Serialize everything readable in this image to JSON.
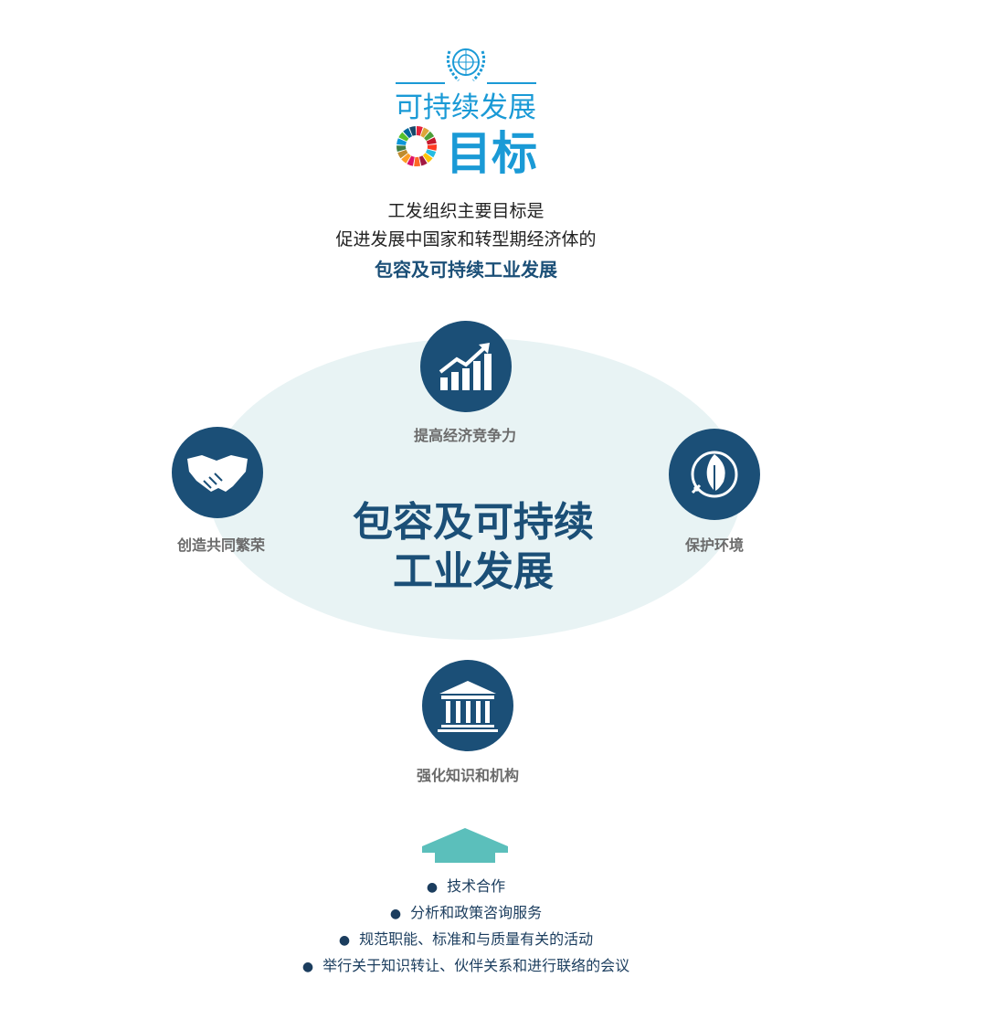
{
  "logo": {
    "line1": "可持续发展",
    "line2": "目标"
  },
  "intro": {
    "line1": "工发组织主要目标是",
    "line2": "促进发展中国家和转型期经济体的",
    "line3": "包容及可持续工业发展"
  },
  "center": {
    "line1": "包容及可持续",
    "line2": "工业发展"
  },
  "pillars": [
    {
      "label": "提高经济竞争力",
      "icon": "growth-chart-icon"
    },
    {
      "label": "创造共同繁荣",
      "icon": "handshake-icon"
    },
    {
      "label": "保护环境",
      "icon": "leaf-plug-icon"
    },
    {
      "label": "强化知识和机构",
      "icon": "institution-icon"
    }
  ],
  "functions": [
    "技术合作",
    "分析和政策咨询服务",
    "规范职能、标准和与质量有关的活动",
    "举行关于知识转让、伙伴关系和进行联络的会议"
  ],
  "colors": {
    "primary": "#1b4f77",
    "sdg_blue": "#1a9ad6",
    "ellipse": "#e8f3f4",
    "arrow": "#5bbfbb",
    "label": "#6b6b6b"
  }
}
